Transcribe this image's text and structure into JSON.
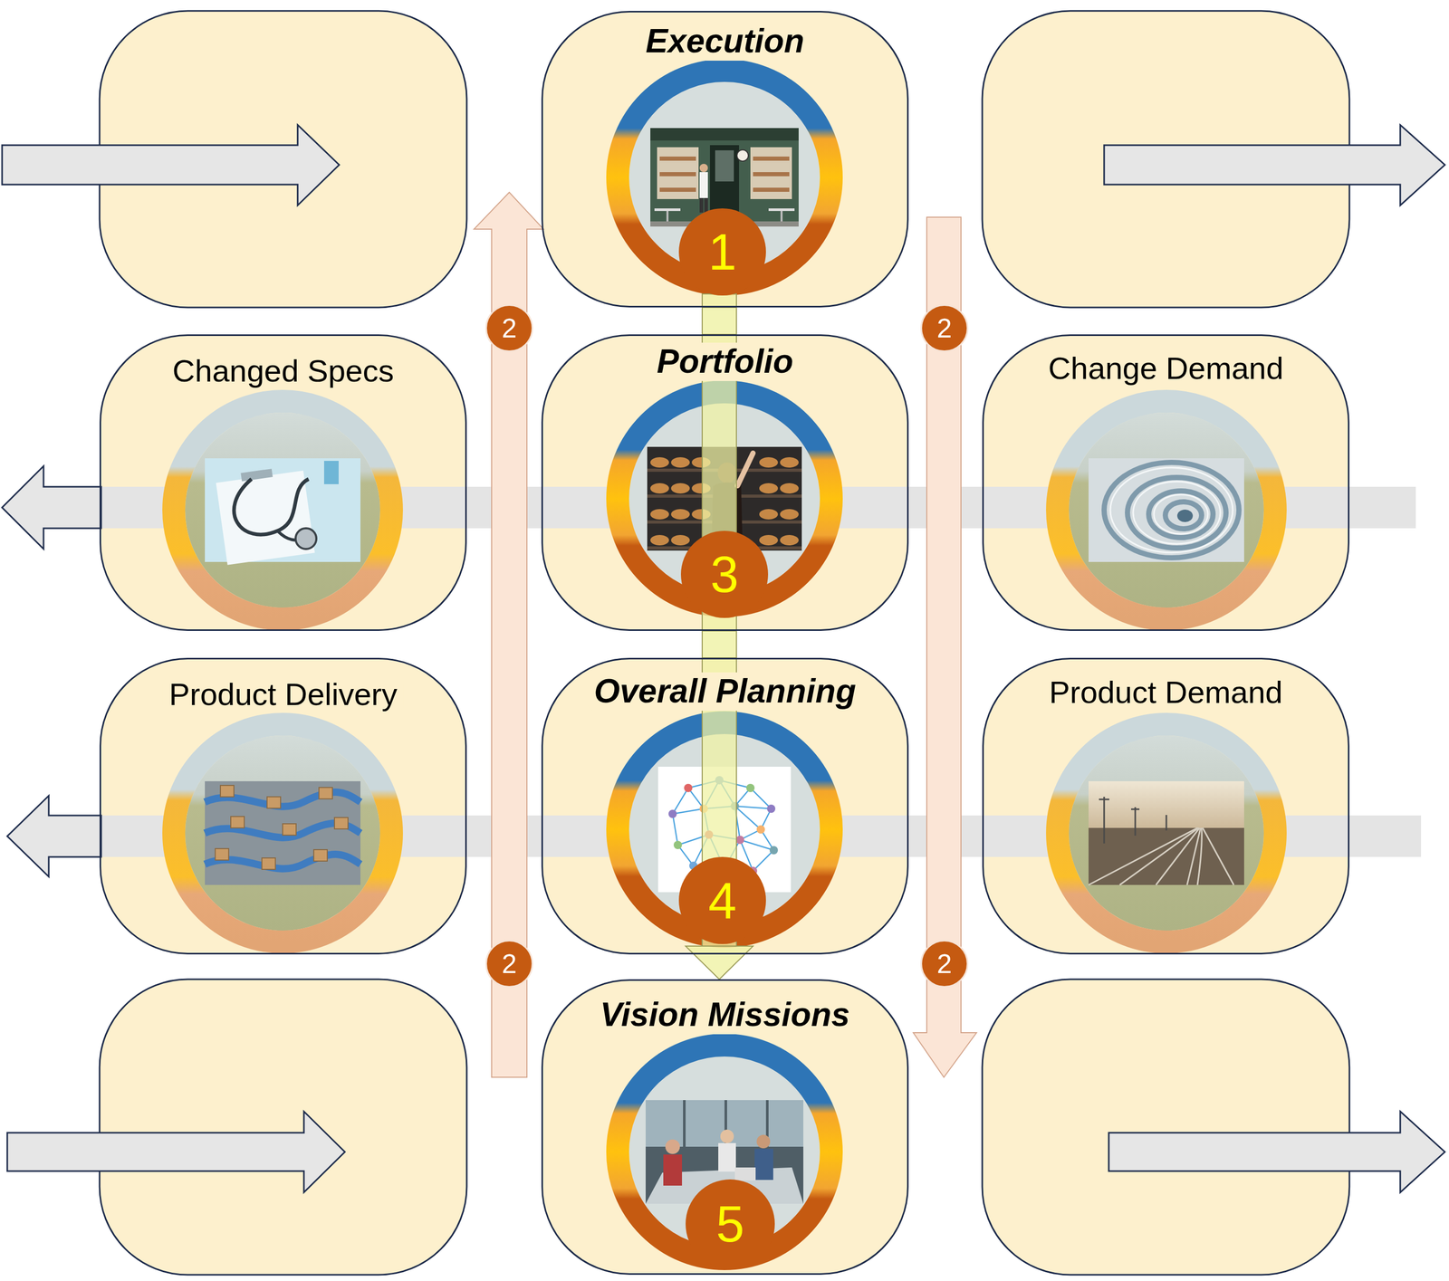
{
  "diagram": {
    "nodes": [
      {
        "text": [
          "Execution"
        ]
      },
      {
        "text": [
          "Changed Specs"
        ]
      },
      {
        "text": [
          "Portfolio"
        ]
      },
      {
        "text": [
          "Change Demand"
        ]
      },
      {
        "text": [
          "Product Delivery"
        ]
      },
      {
        "text": [
          "Overall Planning"
        ]
      },
      {
        "text": [
          "Product Demand"
        ]
      },
      {
        "text": [
          "Vision Missions"
        ]
      }
    ],
    "edges": [
      {
        "from": 0,
        "to": 2,
        "arrow": "none"
      },
      {
        "from": 2,
        "to": 5,
        "arrow": "none"
      },
      {
        "from": 5,
        "to": 7,
        "arrow": "to"
      },
      {
        "from": 3,
        "to": 2,
        "arrow": "none"
      },
      {
        "from": 2,
        "to": 1,
        "arrow": "to"
      },
      {
        "from": 6,
        "to": 5,
        "arrow": "none"
      },
      {
        "from": 5,
        "to": 4,
        "arrow": "to"
      }
    ],
    "labels": [
      "1",
      "2",
      "2",
      "3",
      "4",
      "2",
      "2",
      "5"
    ]
  }
}
